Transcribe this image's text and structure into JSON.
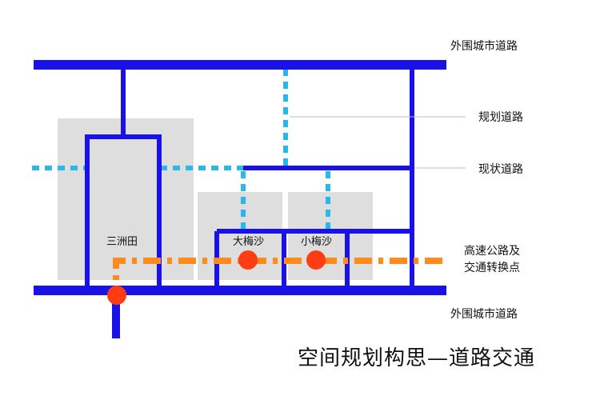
{
  "colors": {
    "existing_road": "#1a10e8",
    "planned_road": "#2ab8ec",
    "expressway": "#ff8a1e",
    "interchange": "#ff3d12",
    "block": "#dedede",
    "leader": "#bbbbbb"
  },
  "legend": {
    "outer_road_top": "外围城市道路",
    "planned_road": "规划道路",
    "existing_road": "现状道路",
    "expressway_line1": "高速公路及",
    "expressway_line2": "交通转换点",
    "outer_road_bottom": "外围城市道路"
  },
  "places": {
    "sanzhoutian": "三洲田",
    "dameisha": "大梅沙",
    "xiaomeisha": "小梅沙"
  },
  "title": "空间规划构思—道路交通"
}
